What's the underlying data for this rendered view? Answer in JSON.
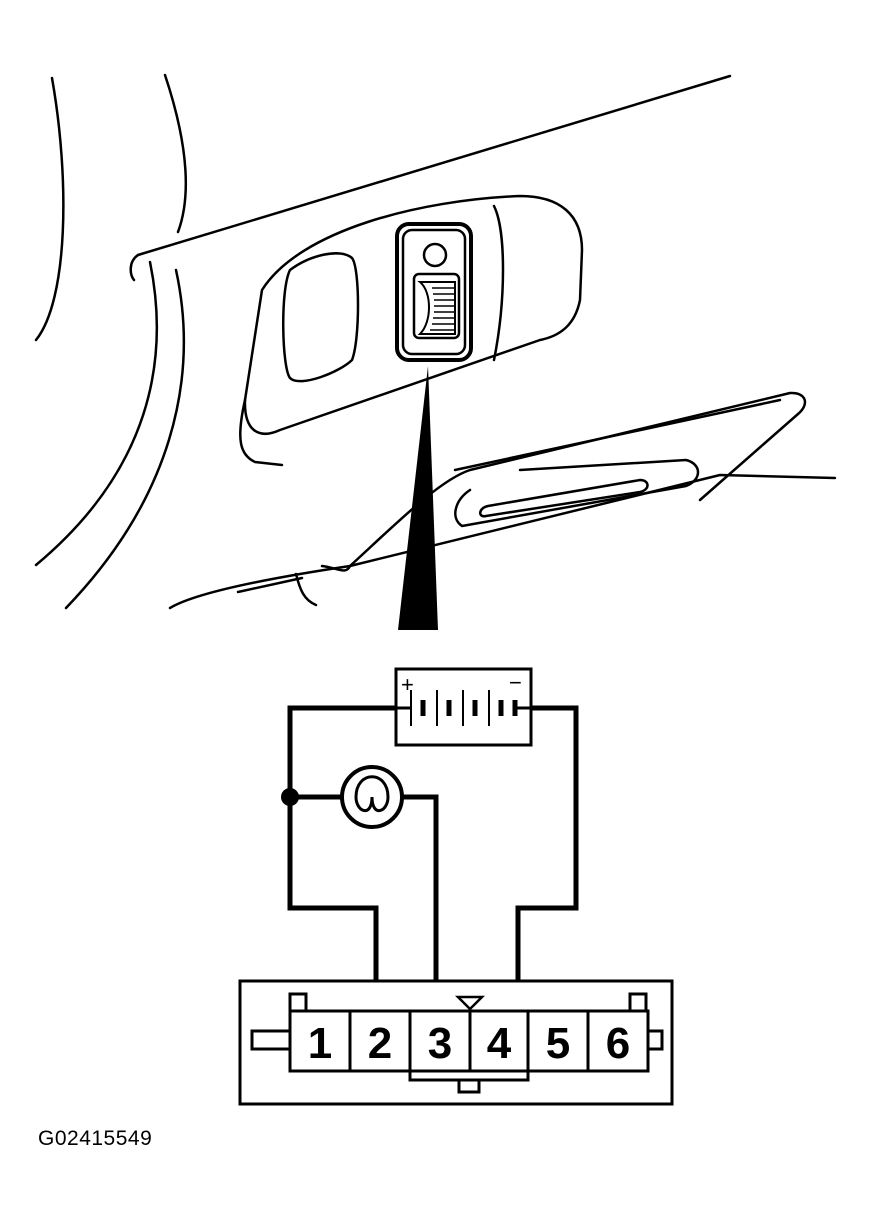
{
  "figure_id": "G02415549",
  "battery": {
    "plus_label": "+",
    "minus_label": "−"
  },
  "connector": {
    "pins": [
      "1",
      "2",
      "3",
      "4",
      "5",
      "6"
    ]
  },
  "colors": {
    "line": "#000000",
    "background": "#ffffff"
  }
}
